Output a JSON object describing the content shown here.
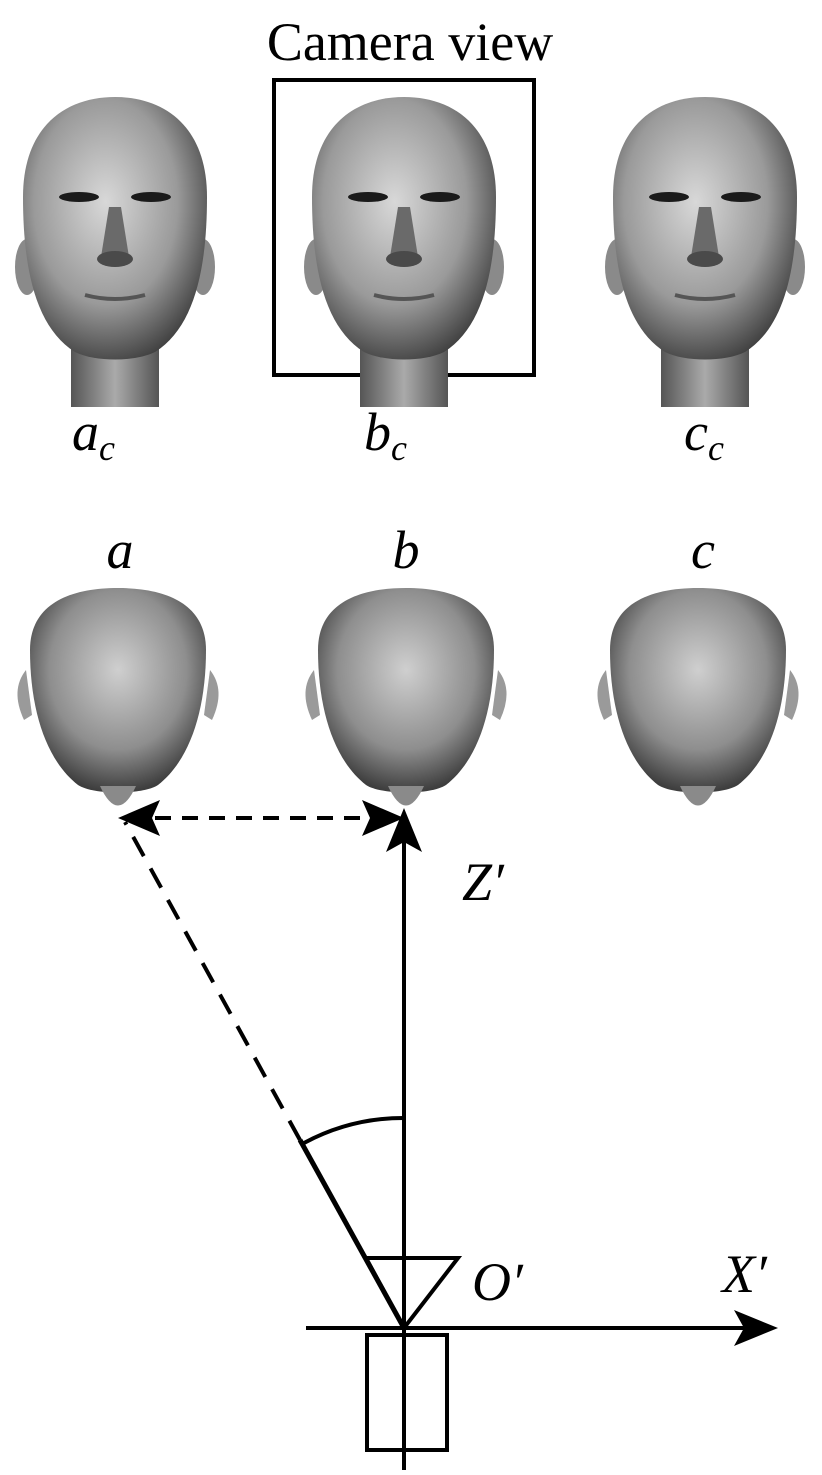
{
  "title": "Camera view",
  "camera_views": [
    {
      "base": "a",
      "sub": "c",
      "icon": "face-front-icon"
    },
    {
      "base": "b",
      "sub": "c",
      "icon": "face-front-icon"
    },
    {
      "base": "c",
      "sub": "c",
      "icon": "face-front-icon"
    }
  ],
  "heads": [
    {
      "label": "a",
      "icon": "head-top-icon"
    },
    {
      "label": "b",
      "icon": "head-top-icon"
    },
    {
      "label": "c",
      "icon": "head-top-icon"
    }
  ],
  "axes": {
    "z_label": "Z′",
    "x_label": "X′",
    "origin_label": "O′"
  },
  "colors": {
    "line": "#000000",
    "face_light": "#d8d8d8",
    "face_dark": "#3a3a3a",
    "background": "#ffffff"
  }
}
